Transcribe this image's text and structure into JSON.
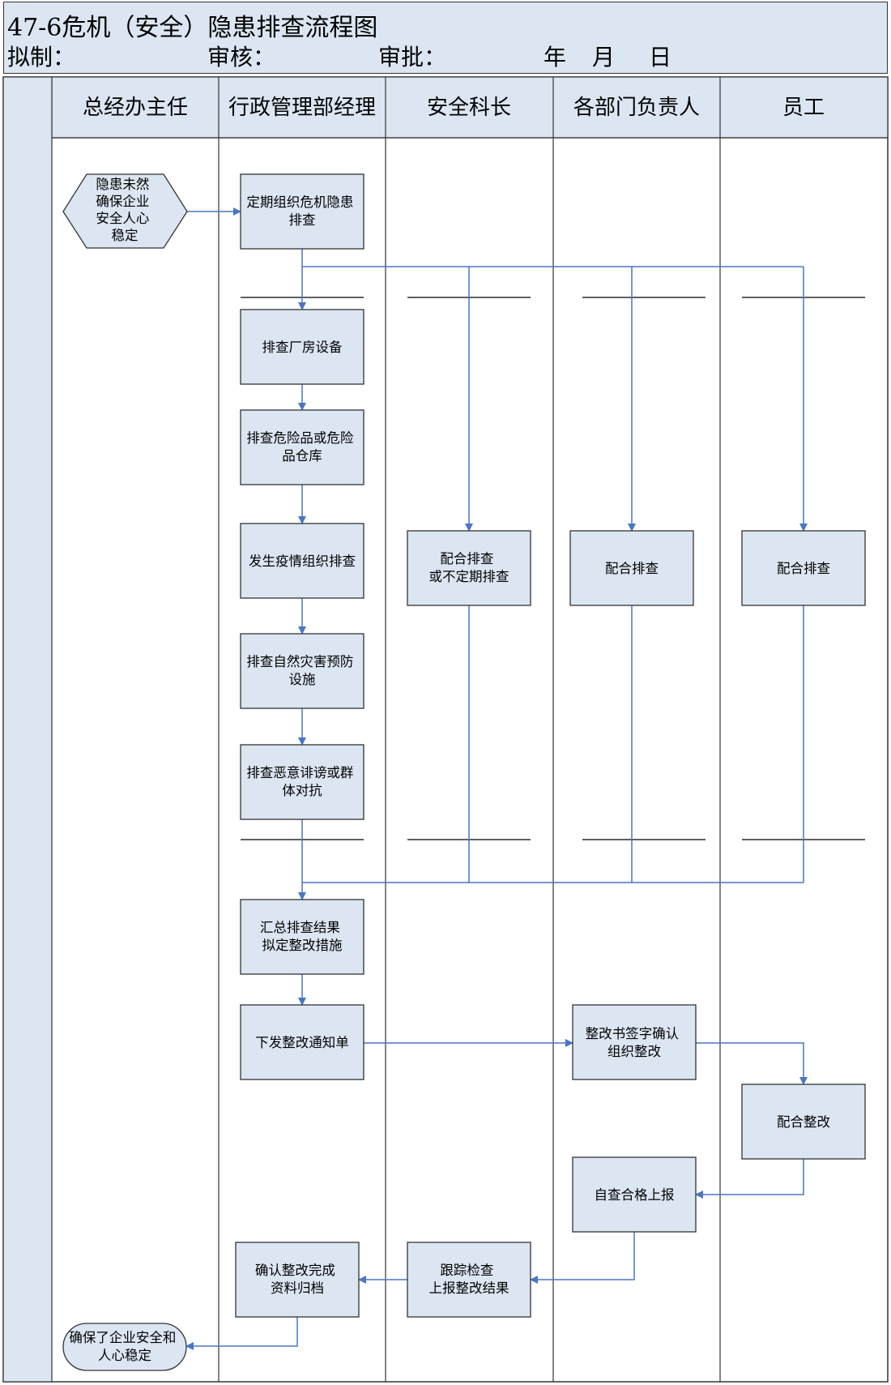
{
  "header": {
    "title": "47-6危机（安全）隐患排查流程图",
    "draft_label": "拟制：",
    "review_label": "审核：",
    "approve_label": "审批：",
    "year_label": "年",
    "month_label": "月",
    "day_label": "日"
  },
  "lanes": [
    "总经办主任",
    "行政管理部经理",
    "安全科长",
    "各部门负责人",
    "员工"
  ],
  "nodes": {
    "start": [
      "隐患未然",
      "确保企业",
      "安全人心",
      "稳定"
    ],
    "organize": [
      "定期组织危机隐患",
      "排查"
    ],
    "plant": [
      "排查厂房设备"
    ],
    "hazmat": [
      "排查危险品或危险",
      "品仓库"
    ],
    "epidemic": [
      "发生疫情组织排查"
    ],
    "disaster": [
      "排查自然灾害预防",
      "设施"
    ],
    "petition": [
      "排查恶意诽谤或群",
      "体对抗"
    ],
    "safety_assist": [
      "配合排查",
      "或不定期排查"
    ],
    "dept_assist": [
      "配合排查"
    ],
    "staff_assist": [
      "配合排查"
    ],
    "summary": [
      "汇总排查结果",
      "拟定整改措施"
    ],
    "notice": [
      "下发整改通知单"
    ],
    "sign": [
      "整改书签字确认",
      "组织整改"
    ],
    "staff_fix": [
      "配合整改"
    ],
    "self_check": [
      "自查合格上报"
    ],
    "track": [
      "跟踪检查",
      "上报整改结果"
    ],
    "confirm": [
      "确认整改完成",
      "资料归档"
    ],
    "end": [
      "确保了企业安全和",
      "人心稳定"
    ]
  },
  "colors": {
    "header_bg": "#dce6f2",
    "node_fill": "#dce6f2",
    "arrow": "#4a76c4",
    "border": "#333333"
  }
}
